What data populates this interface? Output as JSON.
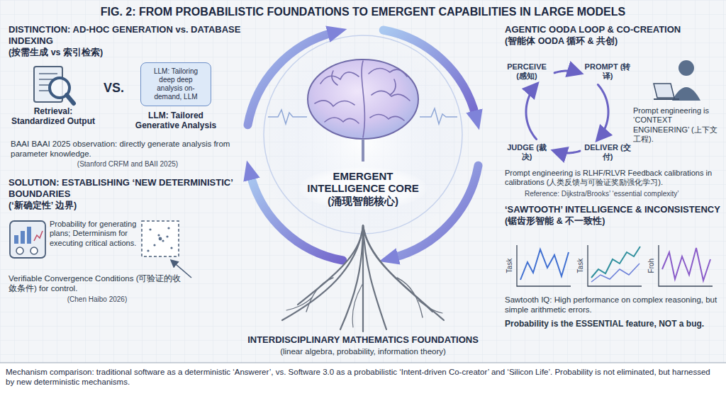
{
  "diagram": {
    "title": "FIG. 2: FROM PROBABILISTIC FOUNDATIONS TO EMERGENT CAPABILITIES IN LARGE MODELS",
    "caption": "Mechanism comparison: traditional software as a deterministic ‘Answerer’, vs. Software 3.0 as a probabilistic ‘Intent-driven Co-creator’ and ‘Silicon Life’. Probability is not eliminated, but harnessed by new deterministic mechanisms.",
    "nodes": [
      {
        "text": [
          "Retrieval: Standardized Output"
        ]
      },
      {
        "text": [
          "LLM: Tailoring deep deep analysis on-demand, LLM",
          "LLM: Tailored Generative Analysis"
        ]
      },
      {
        "text": [
          "EMERGENT INTELLIGENCE CORE (涌现智能核心)"
        ]
      },
      {
        "text": [
          "PERCEIVE (感知)"
        ]
      },
      {
        "text": [
          "PROMPT (转译)"
        ]
      },
      {
        "text": [
          "DELIVER (交付)"
        ]
      },
      {
        "text": [
          "JUDGE (裁决)"
        ]
      }
    ],
    "edges": [
      {
        "from": 3,
        "to": 4,
        "arrow": "to"
      },
      {
        "from": 4,
        "to": 5,
        "arrow": "to"
      },
      {
        "from": 5,
        "to": 6,
        "arrow": "to"
      },
      {
        "from": 6,
        "to": 3,
        "arrow": "to"
      }
    ],
    "labels": [
      "DISTINCTION: AD-HOC GENERATION vs. DATABASE INDEXING",
      "(按需生成 vs 索引检索)",
      "VS.",
      "BAAI BAAI 2025 observation: directly generate analysis from parameter knowledge.",
      "(Stanford CRFM and BAII 2025)",
      "SOLUTION: ESTABLISHING ‘NEW DETERMINISTIC’ BOUNDARIES",
      "(‘新确定性’ 边界)",
      "Probability for generating plans; Determinism for executing critical actions.",
      "Verifiable Convergence Conditions (可验证的收敛条件) for control.",
      "(Chen Haibo 2026)",
      "INTERDISCIPLINARY MATHEMATICS FOUNDATIONS",
      "(linear algebra, probability, information theory)",
      "AGENTIC OODA LOOP & CO-CREATION",
      "(智能体 OODA 循环 & 共创)",
      "Prompt engineering is ‘CONTEXT ENGINEERING’ (上下文工程).",
      "Prompt engineering is RLHF/RLVR Feedback calibrations in calibrations (人类反馈与可验证奖励强化学习).",
      "Reference: Dijkstra/Brooks’ ‘essential complexity’",
      "‘SAWTOOTH’ INTELLIGENCE & INCONSISTENCY",
      "(锯齿形智能 & 不一致性)",
      "Task",
      "Task",
      "Froh",
      "Sawtooth IQ: High performance on complex reasoning, but simple arithmetic errors.",
      "Probability is the ESSENTIAL feature, NOT a bug."
    ]
  }
}
